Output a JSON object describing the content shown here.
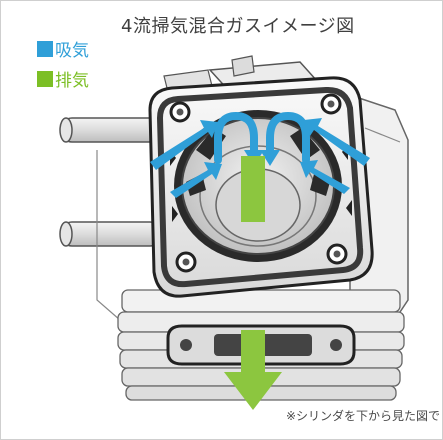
{
  "title": "4流掃気混合ガスイメージ図",
  "legend": {
    "intake": {
      "label": "吸気",
      "color": "#2f9fd8"
    },
    "exhaust": {
      "label": "排気",
      "color": "#7cbf25"
    }
  },
  "note": "※シリンダを下から見た図で",
  "colors": {
    "intake_arrow": "#2f9fd8",
    "exhaust_arrow": "#8cc63f",
    "metal_light": "#eeeeee",
    "metal_mid": "#c9c9c9",
    "metal_dark": "#2b2b2b"
  }
}
